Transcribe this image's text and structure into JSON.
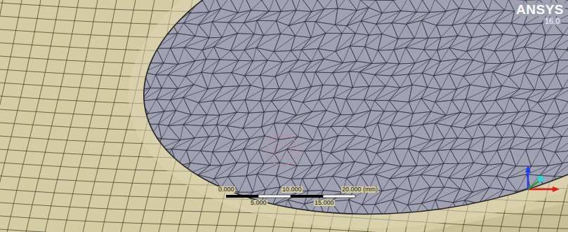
{
  "diagram": {
    "labels": [
      "ANSYS",
      "16.0",
      "0.000",
      "10.000",
      "20.000 (mm)",
      "5.000",
      "15.000"
    ]
  }
}
